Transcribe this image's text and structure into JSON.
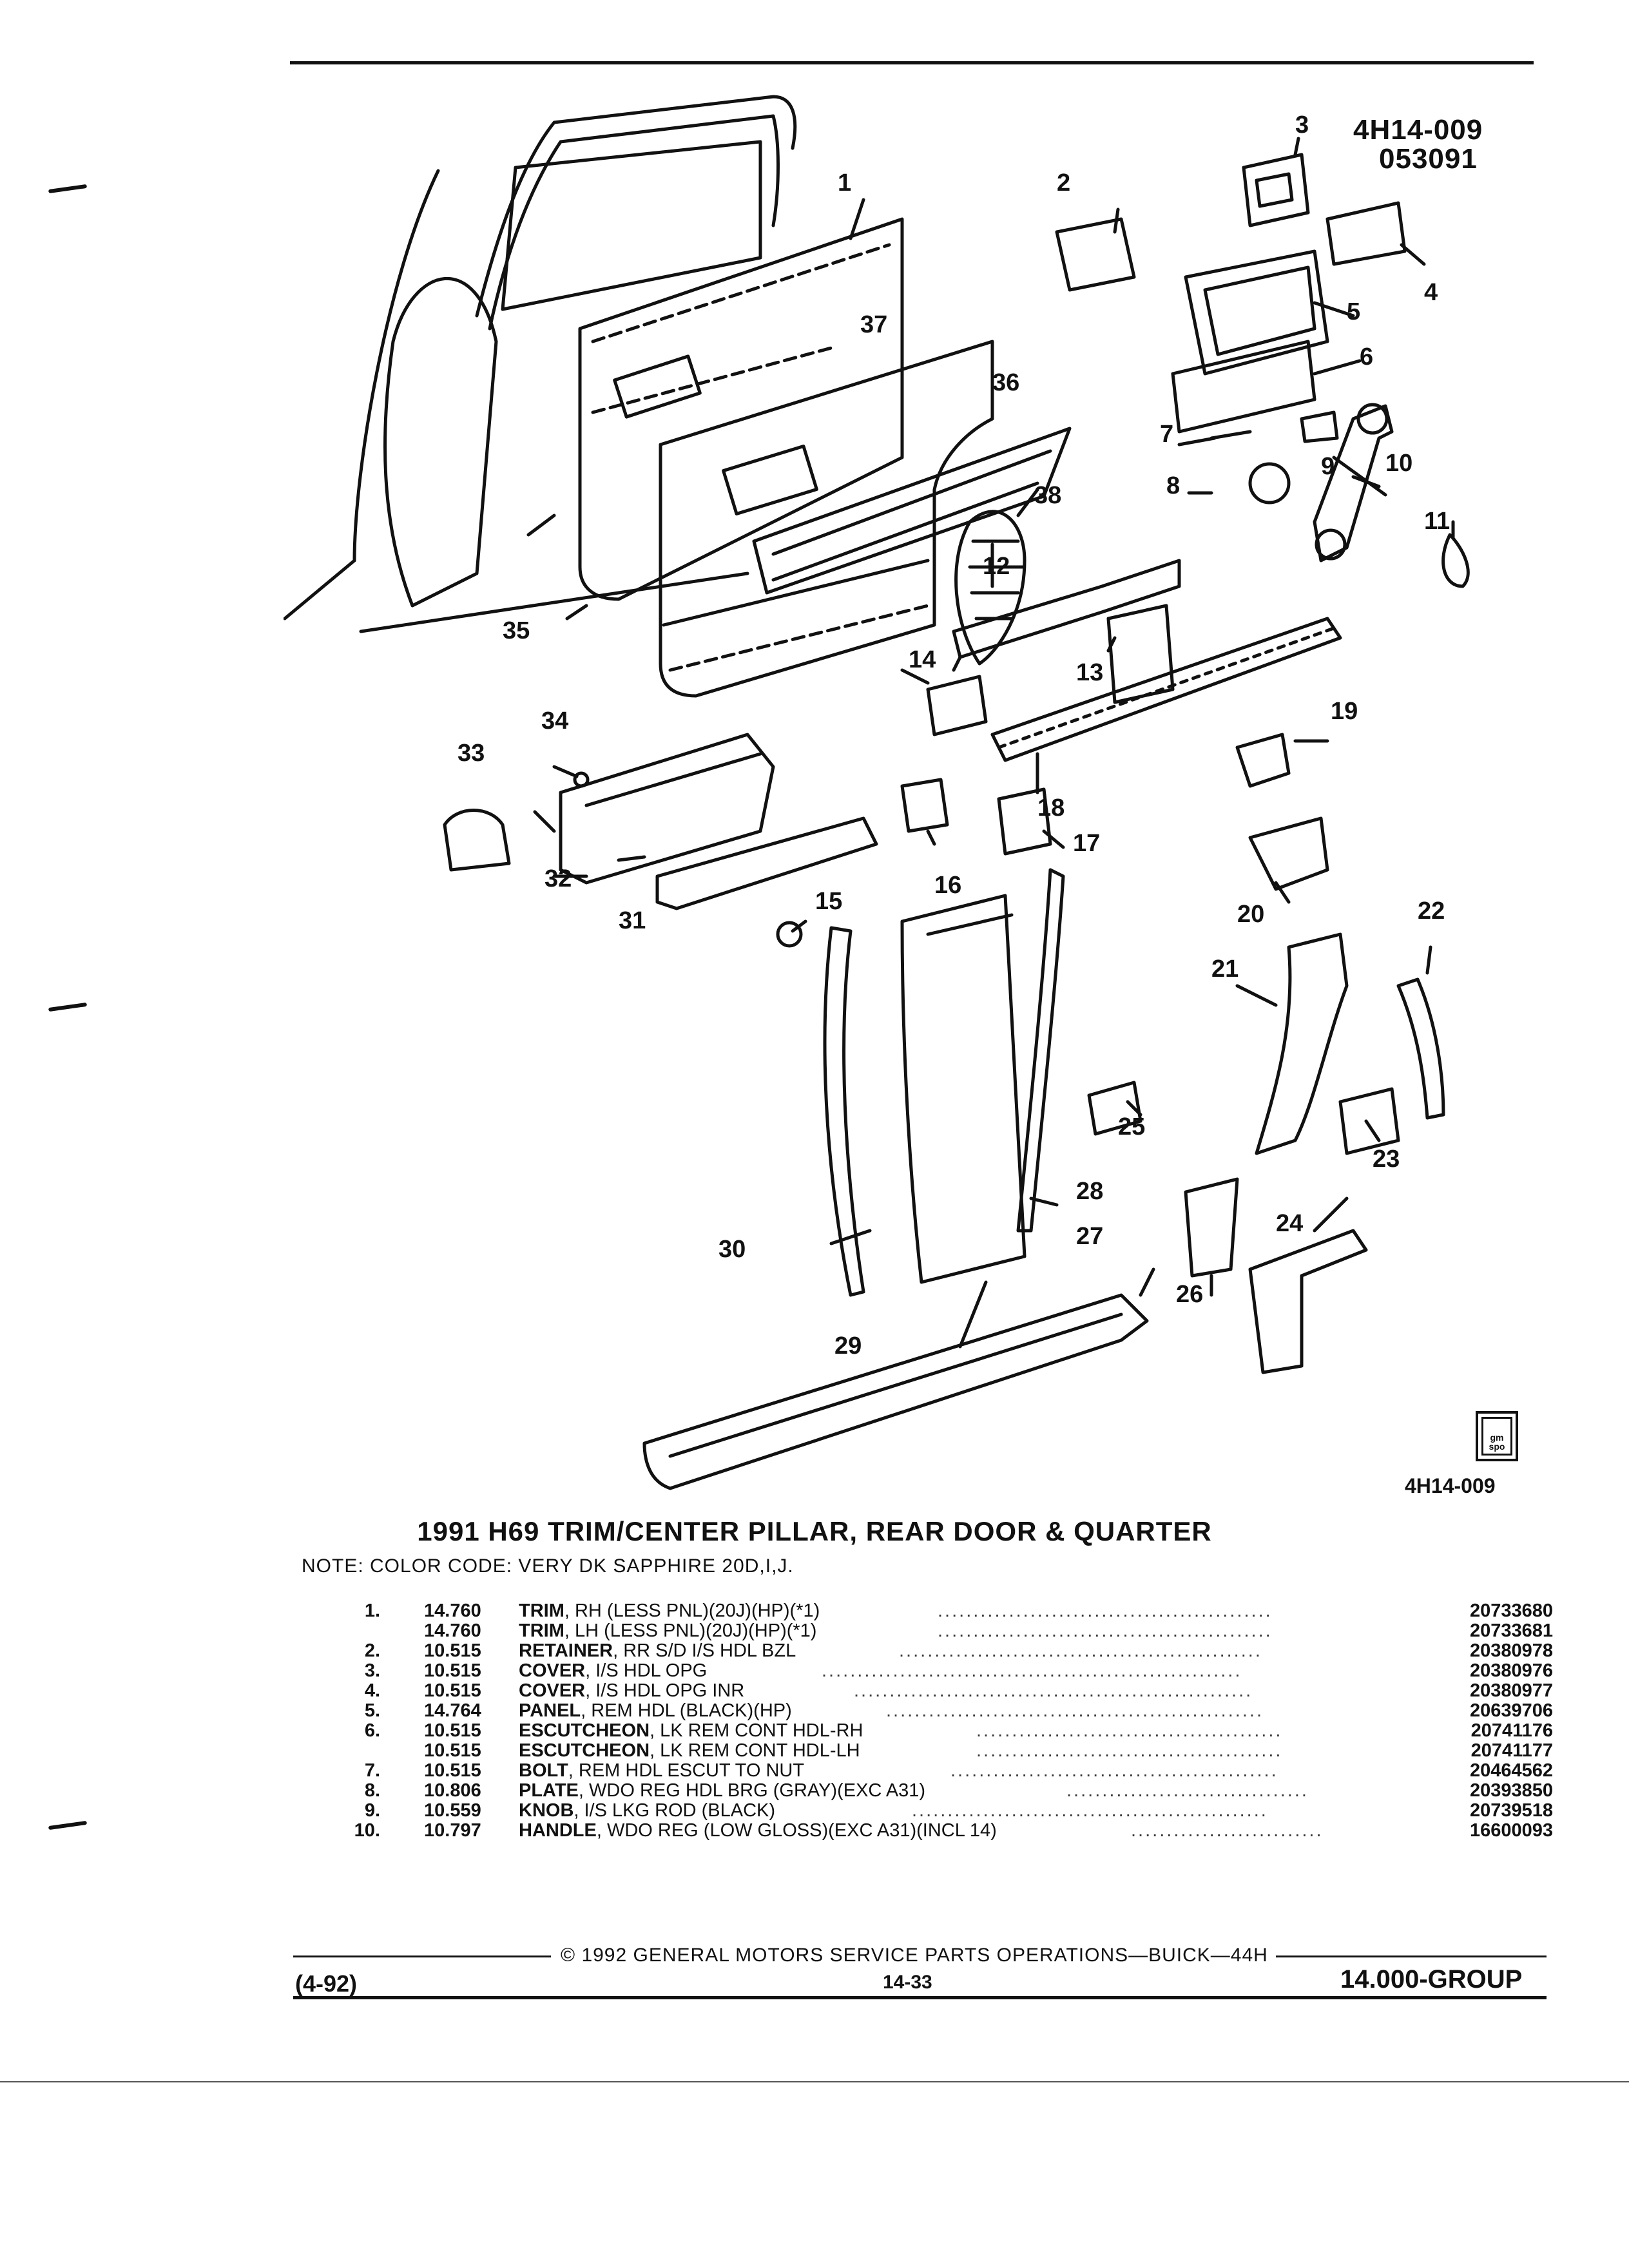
{
  "figure": {
    "id_top": "4H14-009",
    "date_code": "053091",
    "id_bottom": "4H14-009",
    "logo_text": "gm spo",
    "callouts": [
      "1",
      "2",
      "3",
      "4",
      "5",
      "6",
      "7",
      "8",
      "9",
      "10",
      "11",
      "12",
      "13",
      "14",
      "15",
      "16",
      "17",
      "18",
      "19",
      "20",
      "21",
      "22",
      "23",
      "24",
      "25",
      "26",
      "27",
      "28",
      "29",
      "30",
      "31",
      "32",
      "33",
      "34",
      "35",
      "36",
      "37",
      "38"
    ]
  },
  "title": "1991 H69 TRIM/CENTER PILLAR, REAR DOOR & QUARTER",
  "note": "NOTE:  COLOR CODE: VERY DK SAPPHIRE 20D,I,J.",
  "parts": [
    {
      "num": "1.",
      "group": "14.760",
      "name": "TRIM",
      "desc": ", RH (LESS PNL)(20J)(HP)(*1)",
      "part": "20733680"
    },
    {
      "num": "",
      "group": "14.760",
      "name": "TRIM",
      "desc": ", LH (LESS PNL)(20J)(HP)(*1)",
      "part": "20733681"
    },
    {
      "num": "2.",
      "group": "10.515",
      "name": "RETAINER",
      "desc": ", RR S/D I/S HDL BZL",
      "part": "20380978"
    },
    {
      "num": "3.",
      "group": "10.515",
      "name": "COVER",
      "desc": ", I/S HDL OPG",
      "part": "20380976"
    },
    {
      "num": "4.",
      "group": "10.515",
      "name": "COVER",
      "desc": ", I/S HDL OPG INR",
      "part": "20380977"
    },
    {
      "num": "5.",
      "group": "14.764",
      "name": "PANEL",
      "desc": ", REM HDL (BLACK)(HP)",
      "part": "20639706"
    },
    {
      "num": "6.",
      "group": "10.515",
      "name": "ESCUTCHEON",
      "desc": ", LK REM CONT HDL-RH",
      "part": "20741176"
    },
    {
      "num": "",
      "group": "10.515",
      "name": "ESCUTCHEON",
      "desc": ", LK REM CONT HDL-LH",
      "part": "20741177"
    },
    {
      "num": "7.",
      "group": "10.515",
      "name": "BOLT",
      "desc": ", REM HDL ESCUT TO NUT",
      "part": "20464562"
    },
    {
      "num": "8.",
      "group": "10.806",
      "name": "PLATE",
      "desc": ", WDO REG HDL BRG (GRAY)(EXC A31)",
      "part": "20393850"
    },
    {
      "num": "9.",
      "group": "10.559",
      "name": "KNOB",
      "desc": ", I/S LKG ROD (BLACK)",
      "part": "20739518"
    },
    {
      "num": "10.",
      "group": "10.797",
      "name": "HANDLE",
      "desc": ", WDO REG (LOW GLOSS)(EXC A31)(INCL 14)",
      "part": "16600093"
    }
  ],
  "footer": {
    "copyright": "© 1992 GENERAL MOTORS SERVICE PARTS OPERATIONS—BUICK—44H",
    "page": "14-33",
    "date": "(4-92)",
    "group": "14.000-GROUP"
  }
}
